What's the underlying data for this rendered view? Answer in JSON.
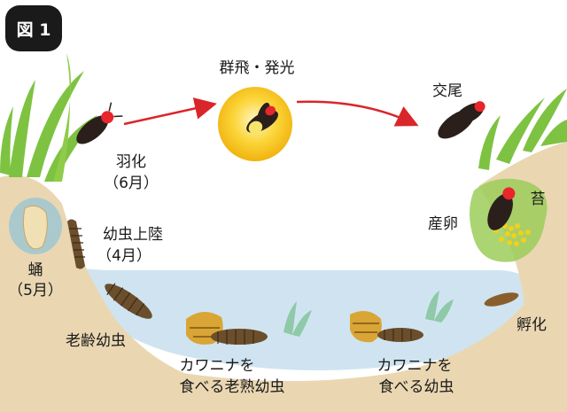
{
  "figure_label": "図 1",
  "stages": {
    "flying": "群飛・発光",
    "mating": "交尾",
    "eclosion_line1": "羽化",
    "eclosion_line2": "（6月）",
    "moss": "苔",
    "egg_laying": "産卵",
    "larva_landing_line1": "幼虫上陸",
    "larva_landing_line2": "（4月）",
    "pupa_line1": "蛹",
    "pupa_line2": "（5月）",
    "hatching": "孵化",
    "old_larva": "老齢幼虫",
    "mature_larva_line1": "カワニナを",
    "mature_larva_line2": "食べる老熟幼虫",
    "larva_eating_line1": "カワニナを",
    "larva_eating_line2": "食べる幼虫"
  },
  "colors": {
    "arrow": "#d9262b",
    "ground": "#ead7b2",
    "water": "#cfe4f0",
    "glow": "#f5c61a",
    "firefly_head": "#e8262c",
    "firefly_body": "#2a1f1b",
    "grass": "#7ec242",
    "moss": "#9ccc5a"
  }
}
